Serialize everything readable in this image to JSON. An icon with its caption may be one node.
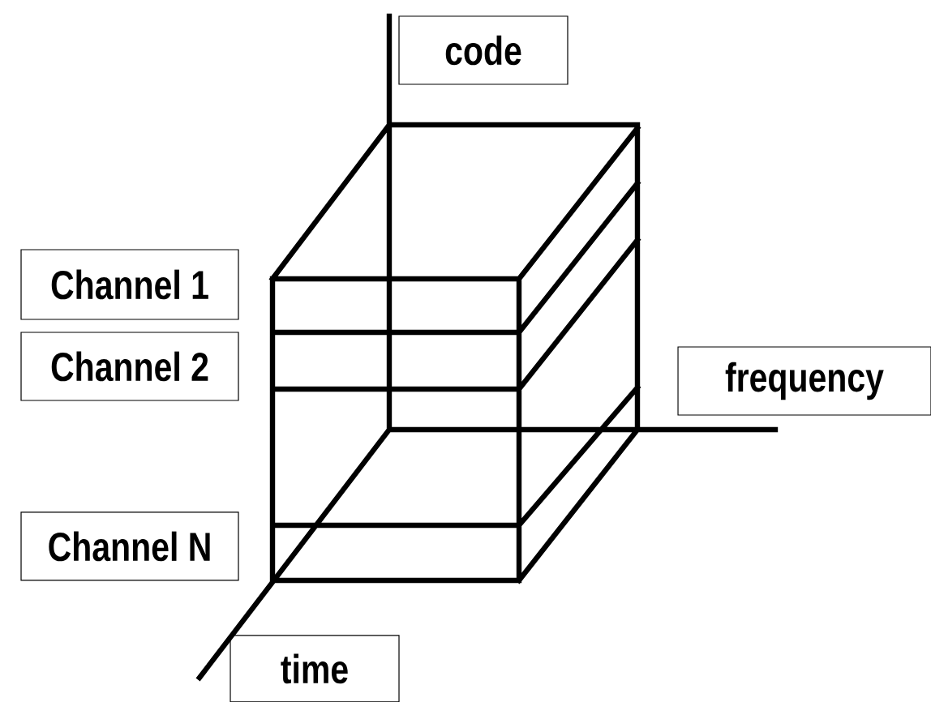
{
  "diagram": {
    "nodes": [
      {
        "text": [
          "code"
        ]
      },
      {
        "text": [
          "Channel 1"
        ]
      },
      {
        "text": [
          "Channel 2"
        ]
      },
      {
        "text": [
          "Channel N"
        ]
      },
      {
        "text": [
          "frequency"
        ]
      },
      {
        "text": [
          "time"
        ]
      }
    ]
  }
}
